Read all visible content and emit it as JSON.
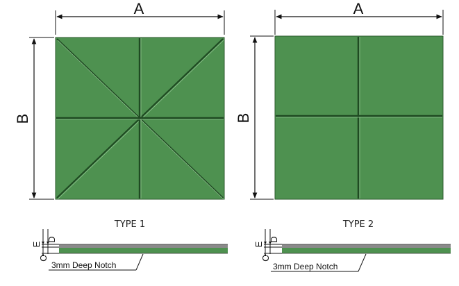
{
  "type1": {
    "dim_width": "A",
    "dim_height": "B",
    "caption": "TYPE 1",
    "side": {
      "dim_c": "C",
      "dim_e": "E",
      "dim_d": "D",
      "notch_label": "3mm Deep Notch"
    }
  },
  "type2": {
    "dim_width": "A",
    "dim_height": "B",
    "caption": "TYPE 2",
    "side": {
      "dim_c": "C",
      "dim_e": "E",
      "dim_d": "D",
      "notch_label": "3mm Deep Notch"
    }
  },
  "colors": {
    "tile_green": "#4e9150",
    "groove_dark": "#1f4a22",
    "groove_light": "#8fc28f",
    "top_layer_gray": "#8a8a8a",
    "line": "#111111"
  }
}
